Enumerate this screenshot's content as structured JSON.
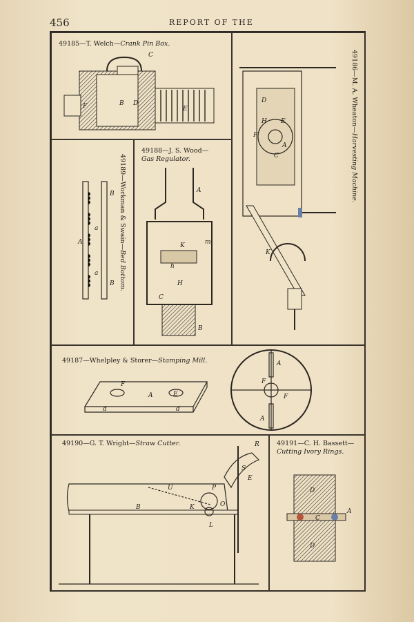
{
  "header": {
    "page_number": "456",
    "running_title": "REPORT OF THE"
  },
  "figures": [
    {
      "number": "49185",
      "inventor": "T. Welch",
      "title": "Crank Pin Box.",
      "labels": [
        "C",
        "F",
        "B",
        "D",
        "E"
      ]
    },
    {
      "number": "49186",
      "inventor": "M. A. Wheaton",
      "title": "Harvesting Machine.",
      "labels": [
        "D",
        "H",
        "E",
        "F",
        "A",
        "C",
        "K"
      ]
    },
    {
      "number": "49188",
      "inventor": "J. S. Wood",
      "title": "Gas Regulator.",
      "labels": [
        "A",
        "K",
        "m",
        "h",
        "H",
        "C",
        "B"
      ]
    },
    {
      "number": "49189",
      "inventor": "Workman & Swain",
      "title": "Bed Bottom.",
      "labels": [
        "A",
        "B",
        "B",
        "a",
        "a"
      ]
    },
    {
      "number": "49187",
      "inventor": "Whelpley & Storer",
      "title": "Stamping Mill.",
      "labels": [
        "F",
        "A",
        "E",
        "d",
        "d",
        "A",
        "F",
        "F",
        "A"
      ]
    },
    {
      "number": "49190",
      "inventor": "G. T. Wright",
      "title": "Straw Cutter.",
      "labels": [
        "R",
        "S",
        "E",
        "P",
        "U",
        "O",
        "B",
        "K",
        "L"
      ]
    },
    {
      "number": "49191",
      "inventor": "C. H. Bassett",
      "title": "Cutting Ivory Rings.",
      "labels": [
        "D",
        "C",
        "A",
        "D"
      ]
    }
  ]
}
